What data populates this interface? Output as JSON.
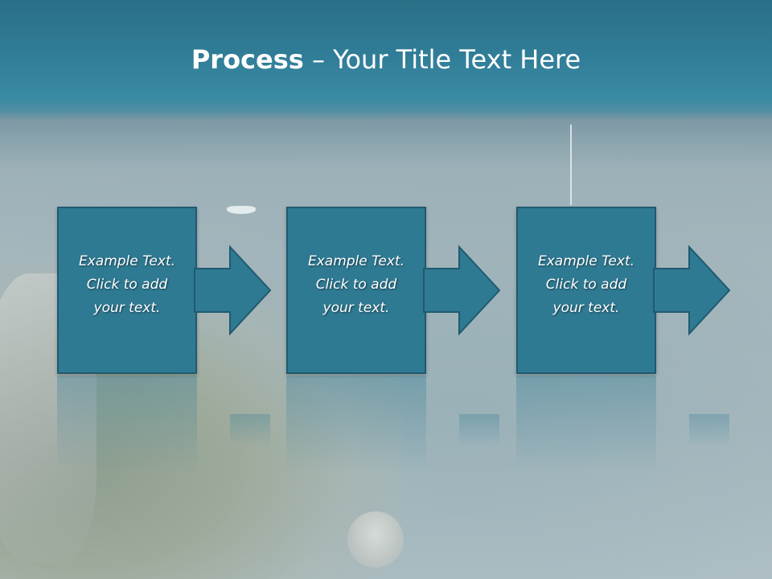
{
  "title": {
    "bold": "Process",
    "rest": " – Your Title Text Here"
  },
  "steps": [
    {
      "text": "Example Text.\nClick  to add\nyour text."
    },
    {
      "text": "Example Text.\nClick  to add\nyour text."
    },
    {
      "text": "Example Text.\nClick  to add\nyour text."
    }
  ],
  "colors": {
    "header": "#2f7b95",
    "step_fill": "#2f7a93",
    "step_border": "#1f5a6f",
    "text": "#ffffff"
  },
  "icons": [
    "arrow-right-icon"
  ]
}
